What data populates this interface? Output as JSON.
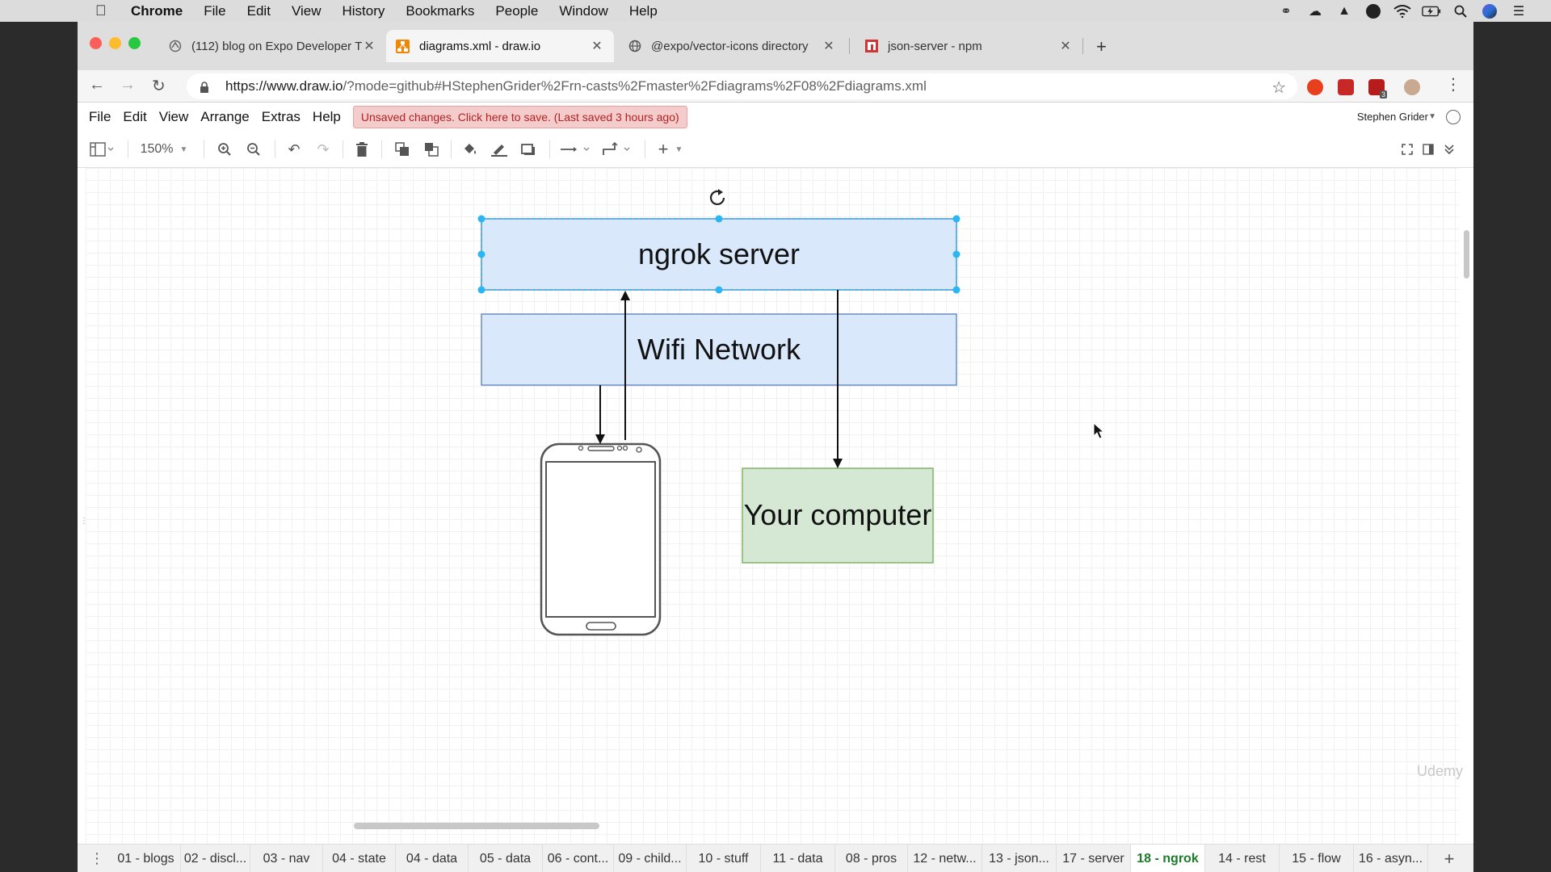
{
  "mac_menubar": {
    "app_name": "Chrome",
    "items": [
      "File",
      "Edit",
      "View",
      "History",
      "Bookmarks",
      "People",
      "Window",
      "Help"
    ]
  },
  "browser": {
    "tabs": [
      {
        "title": "(112) blog on Expo Developer T",
        "favicon": "expo-icon",
        "active": false
      },
      {
        "title": "diagrams.xml - draw.io",
        "favicon": "drawio-icon",
        "active": true
      },
      {
        "title": "@expo/vector-icons directory",
        "favicon": "globe-icon",
        "active": false
      },
      {
        "title": "json-server - npm",
        "favicon": "npm-icon",
        "active": false
      }
    ],
    "url": "https://www.draw.io",
    "url_rest": "/?mode=github#HStephenGrider%2Frn-casts%2Fmaster%2Fdiagrams%2F08%2Fdiagrams.xml",
    "extension_badge": "3"
  },
  "drawio": {
    "menu": [
      "File",
      "Edit",
      "View",
      "Arrange",
      "Extras",
      "Help"
    ],
    "save_banner": "Unsaved changes. Click here to save. (Last saved 3 hours ago)",
    "user": "Stephen Grider",
    "zoom": "150%",
    "watermark": "Udemy"
  },
  "diagram": {
    "nodes": {
      "ngrok": "ngrok server",
      "wifi": "Wifi Network",
      "computer": "Your computer"
    },
    "colors": {
      "blue_fill": "#dae8fc",
      "blue_stroke": "#6c8ebf",
      "green_fill": "#d5e8d4",
      "green_stroke": "#82b366",
      "selection": "#29b6f2"
    }
  },
  "pages": [
    {
      "label": "01 - blogs",
      "active": false
    },
    {
      "label": "02 - discl...",
      "active": false
    },
    {
      "label": "03 - nav",
      "active": false
    },
    {
      "label": "04 - state",
      "active": false
    },
    {
      "label": "04 - data",
      "active": false
    },
    {
      "label": "05 - data",
      "active": false
    },
    {
      "label": "06 - cont...",
      "active": false
    },
    {
      "label": "09 - child...",
      "active": false
    },
    {
      "label": "10 - stuff",
      "active": false
    },
    {
      "label": "11 - data",
      "active": false
    },
    {
      "label": "08 - pros",
      "active": false
    },
    {
      "label": "12 - netw...",
      "active": false
    },
    {
      "label": "13 - json...",
      "active": false
    },
    {
      "label": "17 - server",
      "active": false
    },
    {
      "label": "18 - ngrok",
      "active": true
    },
    {
      "label": "14 - rest",
      "active": false
    },
    {
      "label": "15 - flow",
      "active": false
    },
    {
      "label": "16 - asyn...",
      "active": false
    }
  ]
}
